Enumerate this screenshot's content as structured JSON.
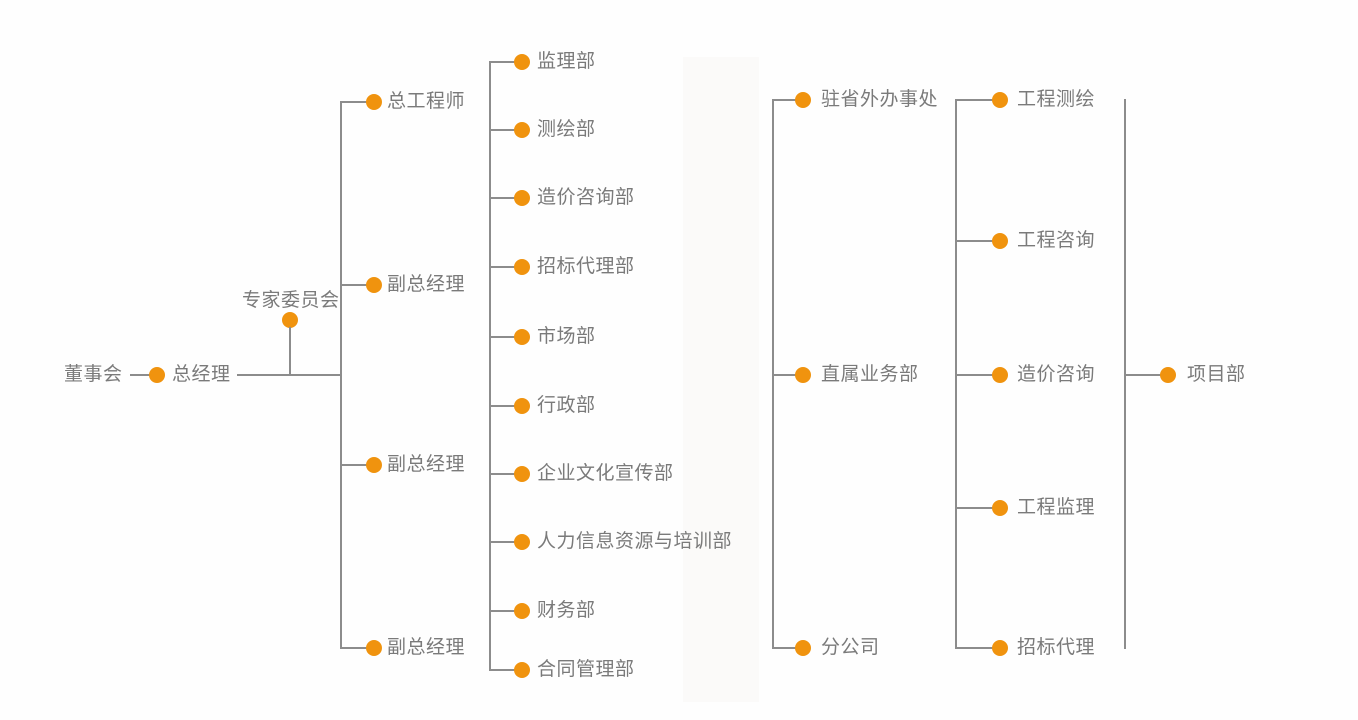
{
  "palette": {
    "accent_orange": "#F0930E",
    "line_gray": "#8C8C8C",
    "text_gray": "#7A7A7A",
    "background": "#FEFEFE"
  },
  "org_chart": {
    "type": "org-tree",
    "root": {
      "board": "董事会",
      "general_manager": "总经理",
      "advisory_committee": "专家委员会"
    },
    "executives": [
      "总工程师",
      "副总经理",
      "副总经理",
      "副总经理"
    ],
    "departments": [
      "监理部",
      "测绘部",
      "造价咨询部",
      "招标代理部",
      "市场部",
      "行政部",
      "企业文化宣传部",
      "人力信息资源与培训部",
      "财务部",
      "合同管理部"
    ],
    "field_offices": [
      "驻省外办事处",
      "直属业务部",
      "分公司"
    ],
    "business_lines": [
      "工程测绘",
      "工程咨询",
      "造价咨询",
      "工程监理",
      "招标代理"
    ],
    "project_department": "项目部"
  }
}
